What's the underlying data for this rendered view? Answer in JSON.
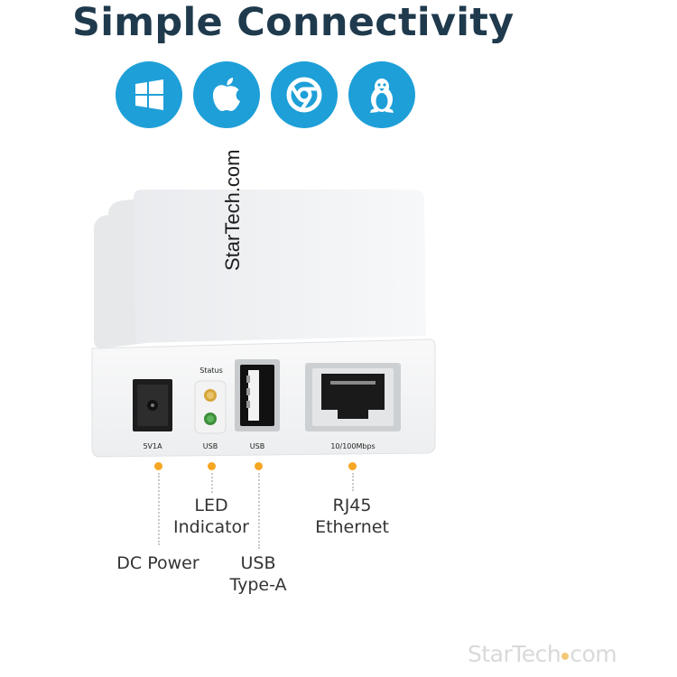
{
  "headline": "Simple Connectivity",
  "os_icons": [
    {
      "icon": "windows-icon"
    },
    {
      "icon": "apple-icon"
    },
    {
      "icon": "chrome-icon"
    },
    {
      "icon": "linux-tux-icon"
    }
  ],
  "colors": {
    "icon_circle": "#1e9fd8",
    "headline": "#1f3a4d",
    "callout_dot": "#f5a623"
  },
  "device": {
    "brand": "StarTech.com",
    "status_label": "Status",
    "ports": {
      "power": "5V1A",
      "led": "USB",
      "usb": "USB",
      "ethernet": "10/100Mbps"
    }
  },
  "callouts": {
    "dc_power": "DC Power",
    "led_indicator_line1": "LED",
    "led_indicator_line2": "Indicator",
    "usb_line1": "USB",
    "usb_line2": "Type-A",
    "rj45_line1": "RJ45",
    "rj45_line2": "Ethernet"
  },
  "watermark": {
    "left": "StarTech",
    "right": "com"
  }
}
